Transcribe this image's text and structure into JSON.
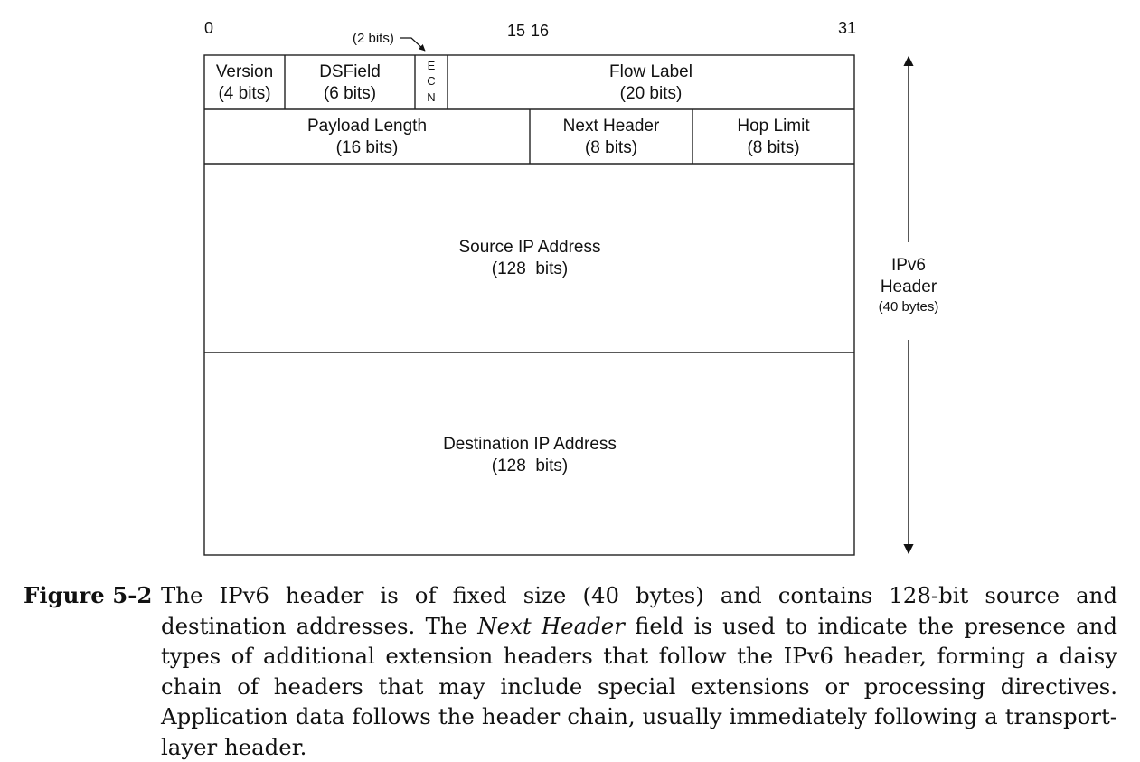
{
  "bit_positions": {
    "start": "0",
    "mid_a": "15",
    "mid_b": "16",
    "end": "31"
  },
  "ecn_note": "(2 bits)",
  "rows": {
    "row1": [
      {
        "name": "Version",
        "bits": "(4 bits)"
      },
      {
        "name": "DSField",
        "bits": "(6 bits)"
      },
      {
        "name": "ECN",
        "letters": [
          "E",
          "C",
          "N"
        ]
      },
      {
        "name": "Flow Label",
        "bits": "(20 bits)"
      }
    ],
    "row2": [
      {
        "name": "Payload Length",
        "bits": "(16 bits)"
      },
      {
        "name": "Next Header",
        "bits": "(8 bits)"
      },
      {
        "name": "Hop Limit",
        "bits": "(8 bits)"
      }
    ],
    "source": {
      "name": "Source IP Address",
      "bits": "(128  bits)"
    },
    "destination": {
      "name": "Destination IP Address",
      "bits": "(128  bits)"
    }
  },
  "side_label": {
    "line1": "IPv6",
    "line2": "Header",
    "line3": "(40 bytes)"
  },
  "caption": {
    "label": "Figure 5-2",
    "part1": "The IPv6 header is of fixed size (40 bytes) and contains 128-bit source and destination addresses. The ",
    "emphasis": "Next Header",
    "part2": " field is used to indicate the presence and types of additional extension headers that follow the IPv6 header, forming a daisy chain of headers that may include special extensions or processing directives. Application data follows the header chain, usually immediately following a transport-layer header."
  }
}
